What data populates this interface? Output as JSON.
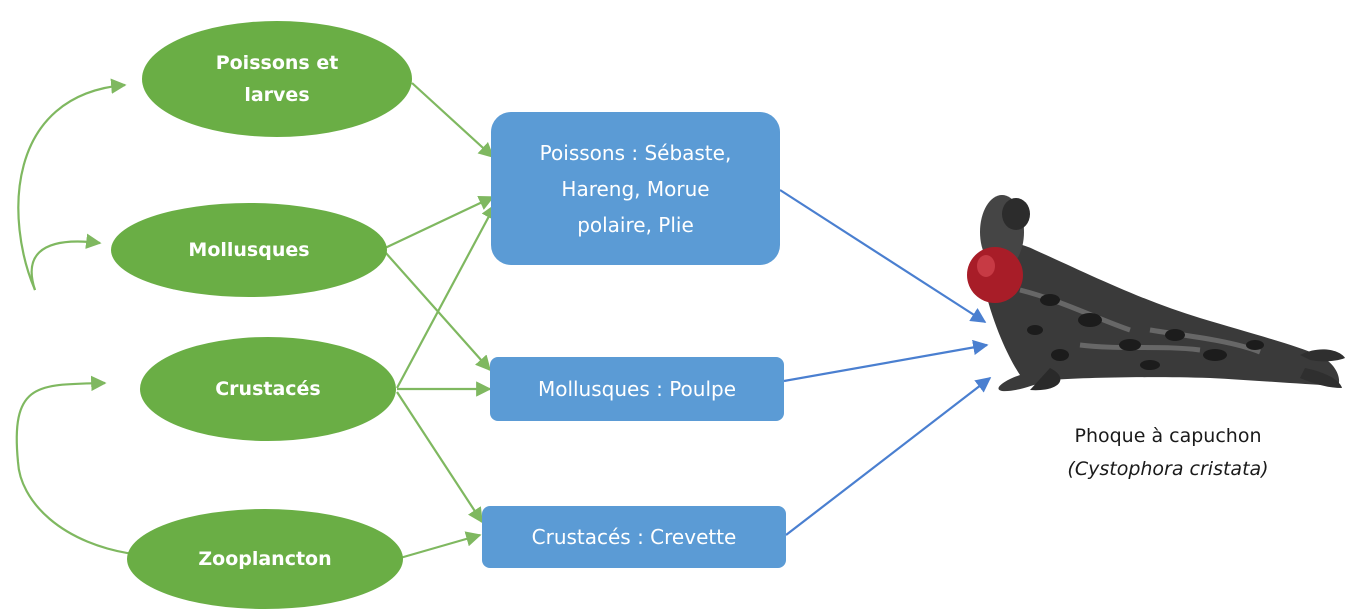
{
  "colors": {
    "ellipse_fill": "#6aae45",
    "box_fill": "#5b9bd5",
    "green_arrow": "#7fb860",
    "blue_arrow": "#4a7fd0"
  },
  "sources": [
    {
      "id": "poissons-larves",
      "label": "Poissons et\nlarves"
    },
    {
      "id": "mollusques",
      "label": "Mollusques"
    },
    {
      "id": "crustaces",
      "label": "Crustacés"
    },
    {
      "id": "zooplancton",
      "label": "Zooplancton"
    }
  ],
  "prey": [
    {
      "id": "poissons",
      "label": "Poissons : Sébaste,\nHareng, Morue\npolaire, Plie"
    },
    {
      "id": "mollusques-poulpe",
      "label": "Mollusques : Poulpe"
    },
    {
      "id": "crustaces-crevette",
      "label": "Crustacés : Crevette"
    }
  ],
  "predator": {
    "name": "Phoque à capuchon",
    "latin": "(Cystophora cristata)",
    "icon": "hooded-seal-image"
  }
}
